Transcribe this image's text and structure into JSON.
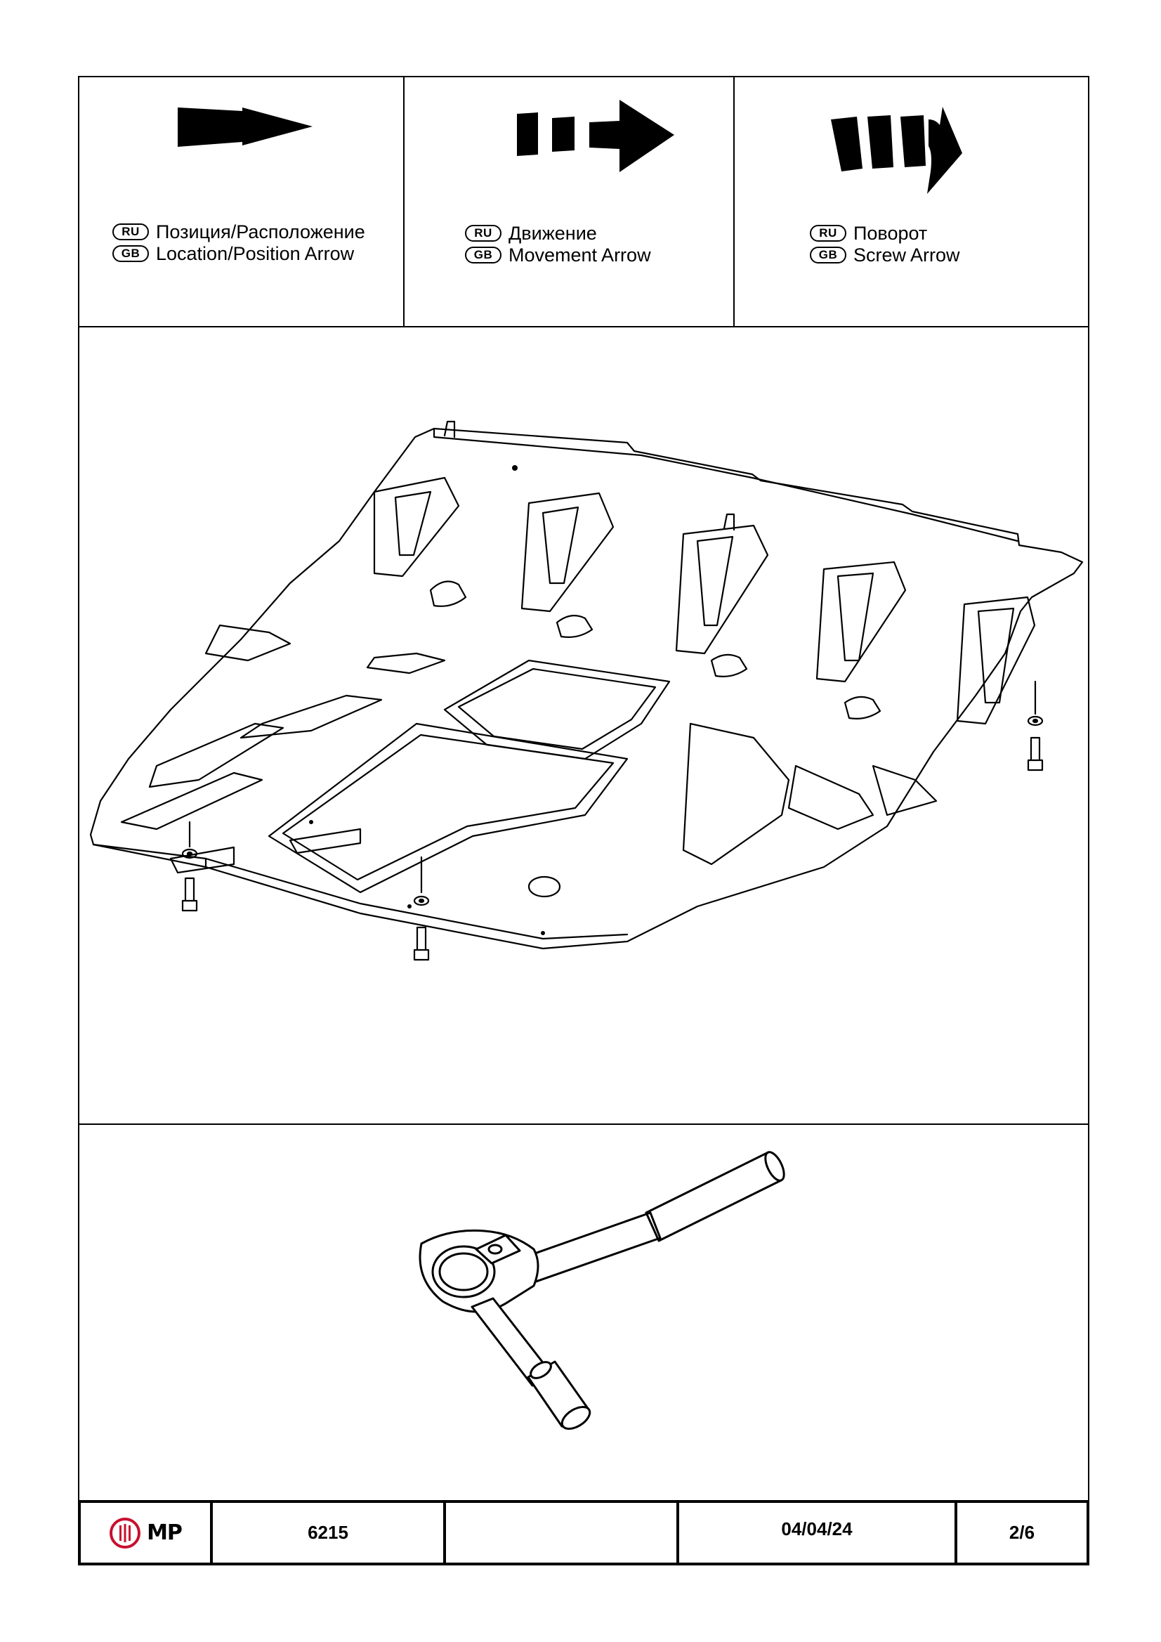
{
  "legend": [
    {
      "ru_badge": "RU",
      "gb_badge": "GB",
      "ru": "Позиция/Расположение",
      "gb": "Location/Position Arrow",
      "icon": "location-arrow-icon"
    },
    {
      "ru_badge": "RU",
      "gb_badge": "GB",
      "ru": "Движение",
      "gb": "Movement Arrow",
      "icon": "movement-arrow-icon"
    },
    {
      "ru_badge": "RU",
      "gb_badge": "GB",
      "ru": "Поворот",
      "gb": "Screw Arrow",
      "icon": "screw-arrow-icon"
    }
  ],
  "footer": {
    "logo_text": "MP",
    "part_number": "6215",
    "blank": "",
    "date": "04/04/24",
    "page": "2/6"
  },
  "colors": {
    "ink": "#000000",
    "paper": "#ffffff",
    "logo_red": "#c8102e"
  }
}
